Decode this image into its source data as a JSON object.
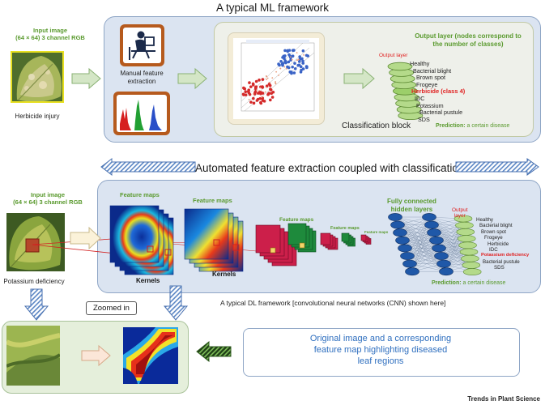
{
  "colors": {
    "panel_fill": "#dbe4f1",
    "panel_stroke": "#8fa6c6",
    "green_text": "#5a9a2e",
    "red_text": "#e02020",
    "arrow_green": "#cfe3c0",
    "leaf_green": "#7d9a3a",
    "yellow_outline": "#e8e021",
    "orange_box": "#b65a1d",
    "cnn_blue": "#1f58a8",
    "cnn_red": "#cc1f4a",
    "cnn_green": "#1e8a3c"
  },
  "ml": {
    "title": "A typical ML framework",
    "input_label": "Input image\n(64 × 64) 3 channel RGB",
    "input_caption": "Herbicide injury",
    "manual_feature_label": "Manual feature\nextraction",
    "output_title": "Output layer (nodes correspond to\nthe number of classes)",
    "output_layer_label": "Output layer",
    "classes": [
      "Healthy",
      "Bacterial blight",
      "Brown spot",
      "Frogeye",
      "Herbicide (class 4)",
      "IDC",
      "Potassium",
      "Bacterial pustule",
      "SDS"
    ],
    "highlight_index": 4,
    "classification_block": "Classification block",
    "prediction_label": "Prediction:",
    "prediction_value": "a certain disease"
  },
  "dl": {
    "title": "Automated feature extraction coupled with classification",
    "input_label": "Input image\n(64 × 64) 3 channel RGB",
    "input_caption": "Potassium deficiency",
    "feature_maps_1": "Feature maps",
    "feature_maps_2": "Feature maps",
    "feature_maps_3": "Feature maps",
    "feature_maps_4": "Feature maps",
    "feature_maps_5": "Feature maps",
    "kernels_1": "Kernels",
    "kernels_2": "Kernels",
    "fc_label": "Fully connected\nhidden layers",
    "output_layer_label": "Output\nlayer",
    "classes": [
      "Healthy",
      "Bacterial blight",
      "Brown spot",
      "Frogeye",
      "Herbicide",
      "IDC",
      "Potassium deficiency",
      "Bacterial pustule",
      "SDS"
    ],
    "highlight_index": 6,
    "prediction_label": "Prediction:",
    "prediction_value": "a certain disease",
    "caption": "A typical DL framework [convolutional neural networks (CNN) shown here]"
  },
  "zoom": {
    "label": "Zoomed in",
    "description": "Original image and a corresponding\nfeature map highlighting diseased\nleaf regions"
  },
  "footer": "Trends in Plant Science"
}
